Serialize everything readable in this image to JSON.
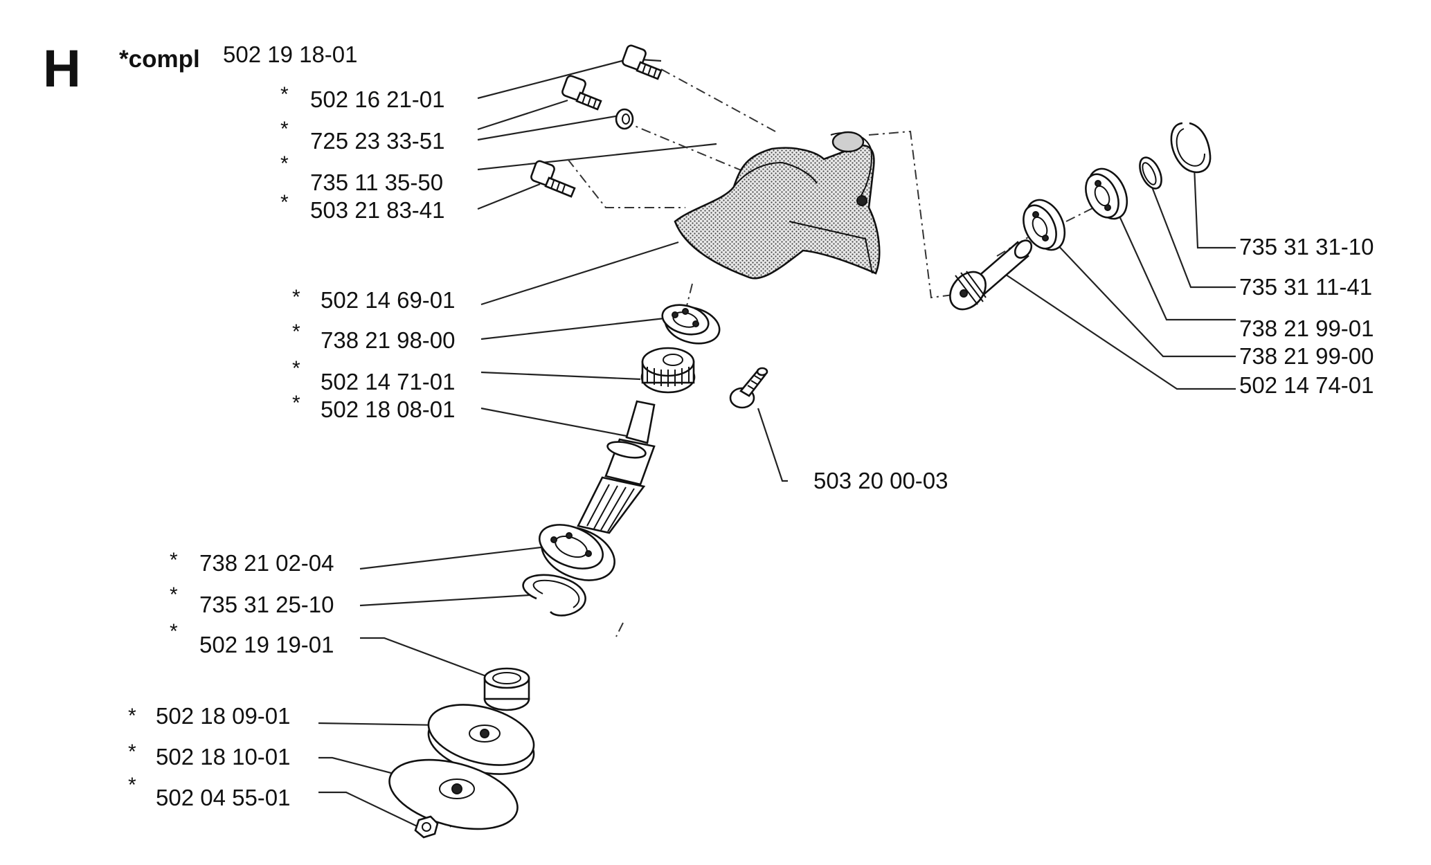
{
  "header": {
    "section_letter": "H",
    "compl_label": "*compl",
    "compl_number": "502 19 18-01"
  },
  "parts": [
    {
      "number": "502 16 21-01",
      "starred": true
    },
    {
      "number": "725 23 33-51",
      "starred": true
    },
    {
      "number": "735 11 35-50",
      "starred": true
    },
    {
      "number": "503 21 83-41",
      "starred": true
    },
    {
      "number": "502 14 69-01",
      "starred": true
    },
    {
      "number": "738 21 98-00",
      "starred": true
    },
    {
      "number": "502 14 71-01",
      "starred": true
    },
    {
      "number": "502 18 08-01",
      "starred": true
    },
    {
      "number": "503 20 00-03",
      "starred": false
    },
    {
      "number": "738 21 02-04",
      "starred": true
    },
    {
      "number": "735 31 25-10",
      "starred": true
    },
    {
      "number": "502 19 19-01",
      "starred": true
    },
    {
      "number": "502 18 09-01",
      "starred": true
    },
    {
      "number": "502 18 10-01",
      "starred": true
    },
    {
      "number": "502 04 55-01",
      "starred": true
    },
    {
      "number": "735 31 31-10",
      "starred": false
    },
    {
      "number": "735 31 11-41",
      "starred": false
    },
    {
      "number": "738 21 99-01",
      "starred": false
    },
    {
      "number": "738 21 99-00",
      "starred": false
    },
    {
      "number": "502 14 74-01",
      "starred": false
    }
  ],
  "star_symbol": "*"
}
